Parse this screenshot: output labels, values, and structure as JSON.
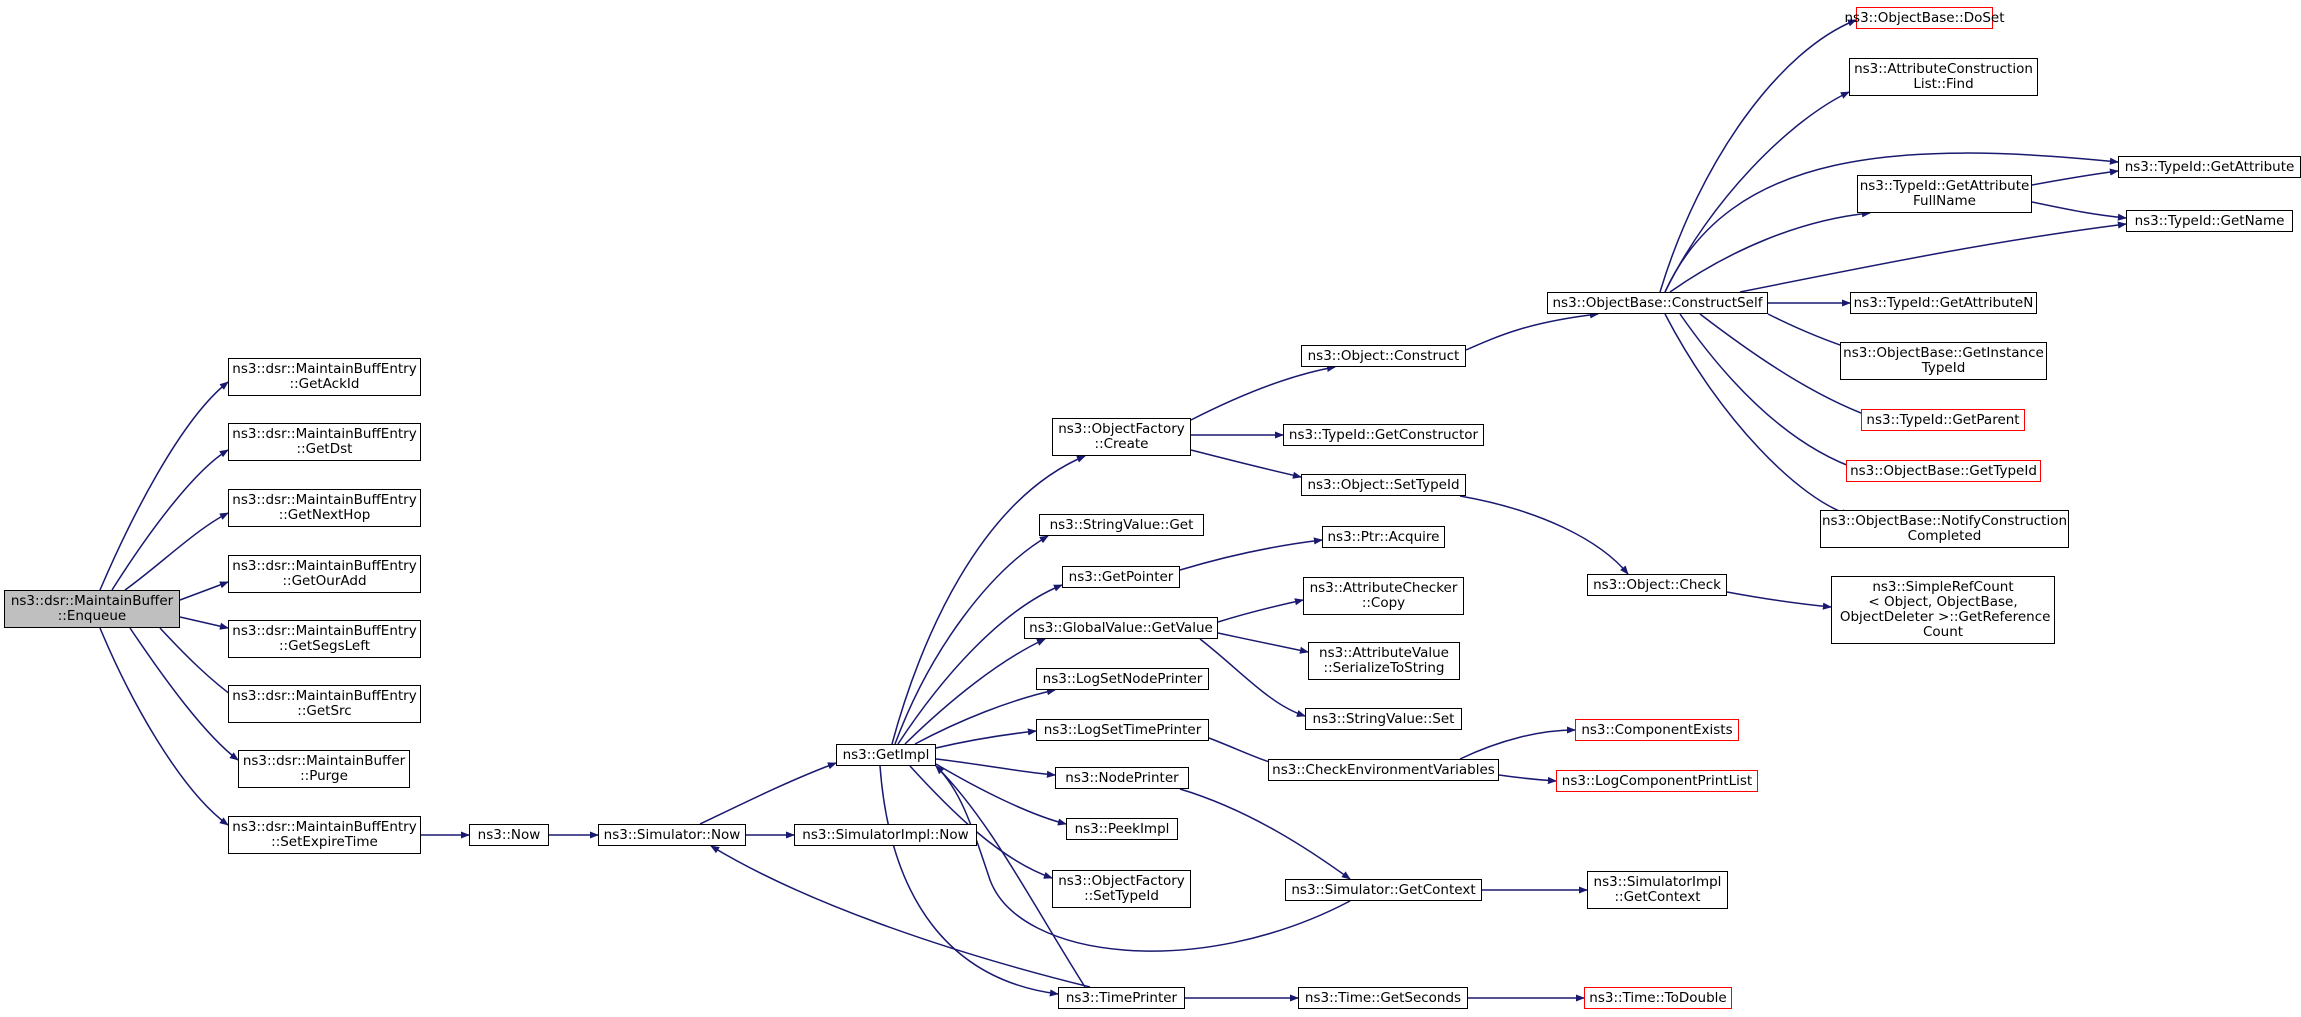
{
  "colors": {
    "edge": "#191970",
    "root_fill": "#bfbfbf",
    "node_border": "#000000",
    "truncated_border": "#ff0000"
  },
  "nodes": [
    {
      "id": "enqueue",
      "label": "ns3::dsr::MaintainBuffer\n::Enqueue",
      "root": true
    },
    {
      "id": "getackid",
      "label": "ns3::dsr::MaintainBuffEntry\n::GetAckId"
    },
    {
      "id": "getdst",
      "label": "ns3::dsr::MaintainBuffEntry\n::GetDst"
    },
    {
      "id": "getnexthop",
      "label": "ns3::dsr::MaintainBuffEntry\n::GetNextHop"
    },
    {
      "id": "getouradd",
      "label": "ns3::dsr::MaintainBuffEntry\n::GetOurAdd"
    },
    {
      "id": "getsegsleft",
      "label": "ns3::dsr::MaintainBuffEntry\n::GetSegsLeft"
    },
    {
      "id": "getsrc",
      "label": "ns3::dsr::MaintainBuffEntry\n::GetSrc"
    },
    {
      "id": "purge",
      "label": "ns3::dsr::MaintainBuffer\n::Purge"
    },
    {
      "id": "setexpiretime",
      "label": "ns3::dsr::MaintainBuffEntry\n::SetExpireTime"
    },
    {
      "id": "now",
      "label": "ns3::Now"
    },
    {
      "id": "simnow",
      "label": "ns3::Simulator::Now"
    },
    {
      "id": "simimplnow",
      "label": "ns3::SimulatorImpl::Now"
    },
    {
      "id": "getimpl",
      "label": "ns3::GetImpl"
    },
    {
      "id": "ofcreate",
      "label": "ns3::ObjectFactory\n::Create"
    },
    {
      "id": "strget",
      "label": "ns3::StringValue::Get"
    },
    {
      "id": "getpointer",
      "label": "ns3::GetPointer"
    },
    {
      "id": "gvgetvalue",
      "label": "ns3::GlobalValue::GetValue"
    },
    {
      "id": "logsetnode",
      "label": "ns3::LogSetNodePrinter"
    },
    {
      "id": "logsettime",
      "label": "ns3::LogSetTimePrinter"
    },
    {
      "id": "nodeprinter",
      "label": "ns3::NodePrinter"
    },
    {
      "id": "peekimpl",
      "label": "ns3::PeekImpl"
    },
    {
      "id": "ofsettypeid",
      "label": "ns3::ObjectFactory\n::SetTypeId"
    },
    {
      "id": "timeprinter",
      "label": "ns3::TimePrinter"
    },
    {
      "id": "objconstruct",
      "label": "ns3::Object::Construct"
    },
    {
      "id": "tidgetctor",
      "label": "ns3::TypeId::GetConstructor"
    },
    {
      "id": "objsettypeid",
      "label": "ns3::Object::SetTypeId"
    },
    {
      "id": "ptracquire",
      "label": "ns3::Ptr::Acquire"
    },
    {
      "id": "accopy",
      "label": "ns3::AttributeChecker\n::Copy"
    },
    {
      "id": "avserialize",
      "label": "ns3::AttributeValue\n::SerializeToString"
    },
    {
      "id": "strset",
      "label": "ns3::StringValue::Set"
    },
    {
      "id": "checkenv",
      "label": "ns3::CheckEnvironmentVariables"
    },
    {
      "id": "simgetctx",
      "label": "ns3::Simulator::GetContext"
    },
    {
      "id": "timegetsec",
      "label": "ns3::Time::GetSeconds"
    },
    {
      "id": "obconstructself",
      "label": "ns3::ObjectBase::ConstructSelf"
    },
    {
      "id": "objcheck",
      "label": "ns3::Object::Check"
    },
    {
      "id": "compexists",
      "label": "ns3::ComponentExists",
      "truncated": true
    },
    {
      "id": "logcompprint",
      "label": "ns3::LogComponentPrintList",
      "truncated": true
    },
    {
      "id": "simimplgetctx",
      "label": "ns3::SimulatorImpl\n::GetContext"
    },
    {
      "id": "timetodouble",
      "label": "ns3::Time::ToDouble",
      "truncated": true
    },
    {
      "id": "obdoset",
      "label": "ns3::ObjectBase::DoSet",
      "truncated": true
    },
    {
      "id": "aclfind",
      "label": "ns3::AttributeConstruction\nList::Find"
    },
    {
      "id": "tidgetattrfull",
      "label": "ns3::TypeId::GetAttribute\nFullName"
    },
    {
      "id": "tidgetattrn",
      "label": "ns3::TypeId::GetAttributeN"
    },
    {
      "id": "obgetinst",
      "label": "ns3::ObjectBase::GetInstance\nTypeId"
    },
    {
      "id": "tidgetparent",
      "label": "ns3::TypeId::GetParent",
      "truncated": true
    },
    {
      "id": "obgettypeid",
      "label": "ns3::ObjectBase::GetTypeId",
      "truncated": true
    },
    {
      "id": "obnotify",
      "label": "ns3::ObjectBase::NotifyConstruction\nCompleted"
    },
    {
      "id": "srcgetref",
      "label": "ns3::SimpleRefCount\n< Object, ObjectBase,\n ObjectDeleter >::GetReference\nCount"
    },
    {
      "id": "tidgetattr",
      "label": "ns3::TypeId::GetAttribute"
    },
    {
      "id": "tidgetname",
      "label": "ns3::TypeId::GetName"
    }
  ]
}
